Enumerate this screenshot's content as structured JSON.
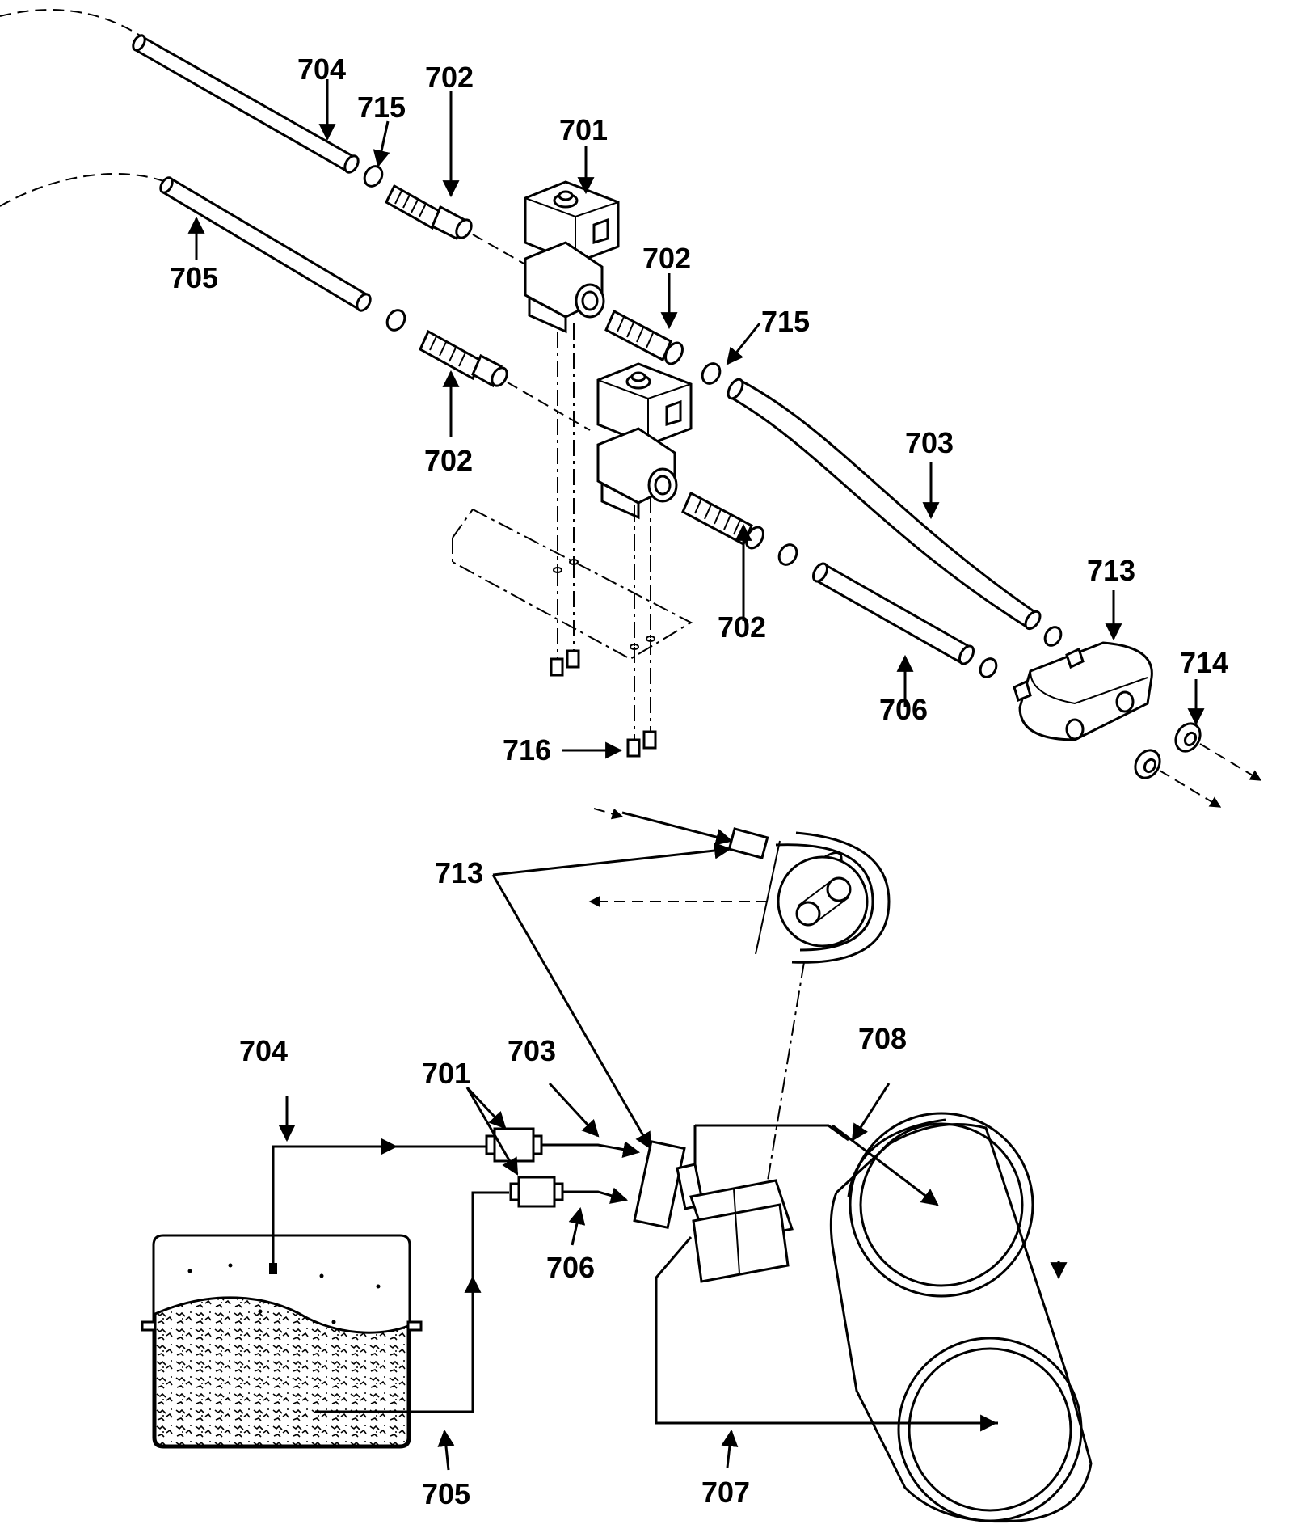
{
  "labels": {
    "l704a": "704",
    "l715a": "715",
    "l702a": "702",
    "l701a": "701",
    "l705a": "705",
    "l702b": "702",
    "l715b": "715",
    "l702c": "702",
    "l703a": "703",
    "l713a": "713",
    "l714": "714",
    "l702d": "702",
    "l706a": "706",
    "l716": "716",
    "l713b": "713",
    "l704b": "704",
    "l701b": "701",
    "l703b": "703",
    "l708": "708",
    "l706b": "706",
    "l705b": "705",
    "l707": "707"
  },
  "colors": {
    "ink": "#000000",
    "paper": "#ffffff"
  }
}
